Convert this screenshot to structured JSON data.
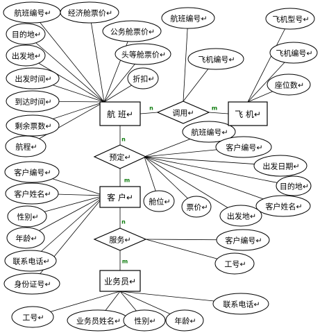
{
  "entities": {
    "flight": "航 班",
    "plane": "飞 机",
    "customer": "客 户",
    "clerk": "业务员"
  },
  "relationships": {
    "use": "调用",
    "book": "预定",
    "serve": "服务"
  },
  "cardinalities": {
    "flight_use": "n",
    "use_plane": "m",
    "flight_book": "n",
    "book_customer": "m",
    "customer_serve": "n",
    "serve_clerk": "m"
  },
  "flight_attributes": [
    "航班编号",
    "经济舱票价",
    "目的地",
    "公务舱票价",
    "出发地",
    "头等舱票价",
    "出发时间",
    "折扣",
    "到达时间",
    "剩余票数",
    "航程"
  ],
  "use_attributes": [
    "航班编号",
    "飞机编号"
  ],
  "plane_attributes": [
    "飞机型号",
    "飞机编号",
    "座位数"
  ],
  "book_attributes": [
    "航班编号",
    "客户编号",
    "出发日期",
    "目的地",
    "客户姓名",
    "出发地",
    "票价",
    "舱位"
  ],
  "customer_attributes": [
    "客户编号",
    "客户姓名",
    "性别",
    "年龄",
    "联系电话",
    "身份证号"
  ],
  "serve_attributes": [
    "客户编号",
    "工号"
  ],
  "clerk_attributes": [
    "工号",
    "业务员姓名",
    "性别",
    "年龄",
    "联系电话"
  ],
  "text_suffix": "↵"
}
